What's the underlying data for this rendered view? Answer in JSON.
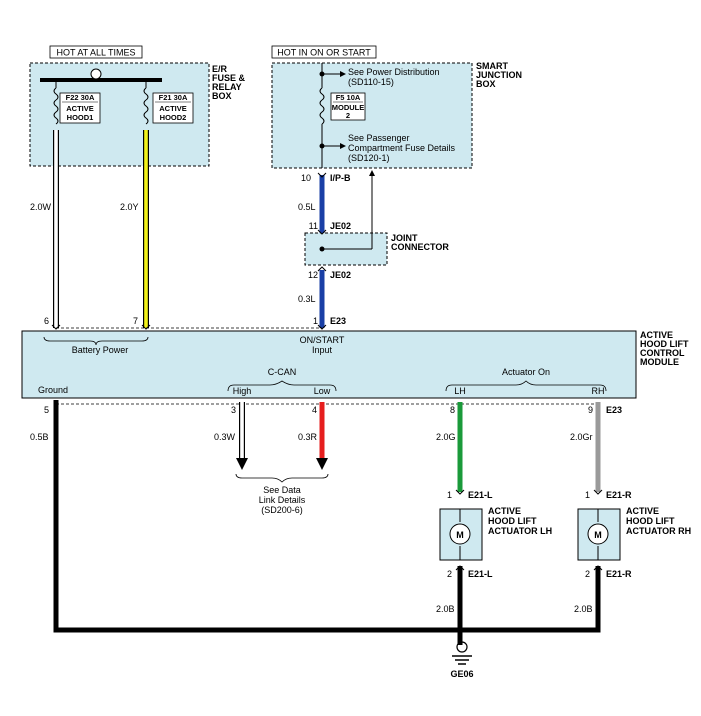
{
  "hot_at_all_times": "HOT AT ALL TIMES",
  "hot_in_on_or_start": "HOT IN ON OR START",
  "er_box": {
    "line1": "E/R",
    "line2": "FUSE &",
    "line3": "RELAY",
    "line4": "BOX"
  },
  "sjb": {
    "line1": "SMART",
    "line2": "JUNCTION",
    "line3": "BOX"
  },
  "fuse_f22": {
    "rating": "F22 30A",
    "name1": "ACTIVE",
    "name2": "HOOD1"
  },
  "fuse_f21": {
    "rating": "F21 30A",
    "name1": "ACTIVE",
    "name2": "HOOD2"
  },
  "fuse_f5": {
    "rating": "F5 10A",
    "name1": "MODULE",
    "name2": "2"
  },
  "see_power": {
    "line1": "See Power Distribution",
    "line2": "(SD110-15)"
  },
  "see_passenger": {
    "line1": "See Passenger",
    "line2": "Compartment Fuse Details",
    "line3": "(SD120-1)"
  },
  "joint": {
    "line1": "JOINT",
    "line2": "CONNECTOR"
  },
  "connectors": {
    "ipb": "I/P-B",
    "je02_top": "JE02",
    "je02_bot": "JE02",
    "e23_top": "E23",
    "e23_bot": "E23",
    "e21l_top": "E21-L",
    "e21l_bot": "E21-L",
    "e21r_top": "E21-R",
    "e21r_bot": "E21-R",
    "ground": "GE06"
  },
  "pins": {
    "p10": "10",
    "p11": "11",
    "p12": "12",
    "p1_top": "1",
    "p6": "6",
    "p7": "7",
    "p5": "5",
    "p3": "3",
    "p4": "4",
    "p8": "8",
    "p9": "9",
    "lh1": "1",
    "lh2": "2",
    "rh1": "1",
    "rh2": "2"
  },
  "wires": {
    "w_left": "2.0W",
    "w_yellow": "2.0Y",
    "w_05l": "0.5L",
    "w_03l": "0.3L",
    "w_ground": "0.5B",
    "w_high": "0.3W",
    "w_low": "0.3R",
    "w_green": "2.0G",
    "w_gray": "2.0Gr",
    "w_lh_gnd": "2.0B",
    "w_rh_gnd": "2.0B"
  },
  "module": {
    "name1": "ACTIVE",
    "name2": "HOOD LIFT",
    "name3": "CONTROL",
    "name4": "MODULE",
    "battery_power": "Battery Power",
    "on_start1": "ON/START",
    "on_start2": "Input",
    "ground": "Ground",
    "ccan": "C-CAN",
    "high": "High",
    "low": "Low",
    "actuator_on": "Actuator On",
    "lh": "LH",
    "rh": "RH"
  },
  "see_data": {
    "line1": "See Data",
    "line2": "Link Details",
    "line3": "(SD200-6)"
  },
  "act_lh": {
    "line1": "ACTIVE",
    "line2": "HOOD LIFT",
    "line3": "ACTUATOR LH"
  },
  "act_rh": {
    "line1": "ACTIVE",
    "line2": "HOOD LIFT",
    "line3": "ACTUATOR RH"
  },
  "motor_symbol": "M",
  "colors": {
    "box_fill": "#cfe9f0",
    "wire_blue": "#1a3fa6",
    "wire_yellow": "#f2f21a",
    "wire_red": "#e61e1e",
    "wire_green": "#1a9a3a",
    "wire_gray": "#9a9a9a",
    "wire_black": "#000000",
    "wire_white": "#ffffff"
  }
}
